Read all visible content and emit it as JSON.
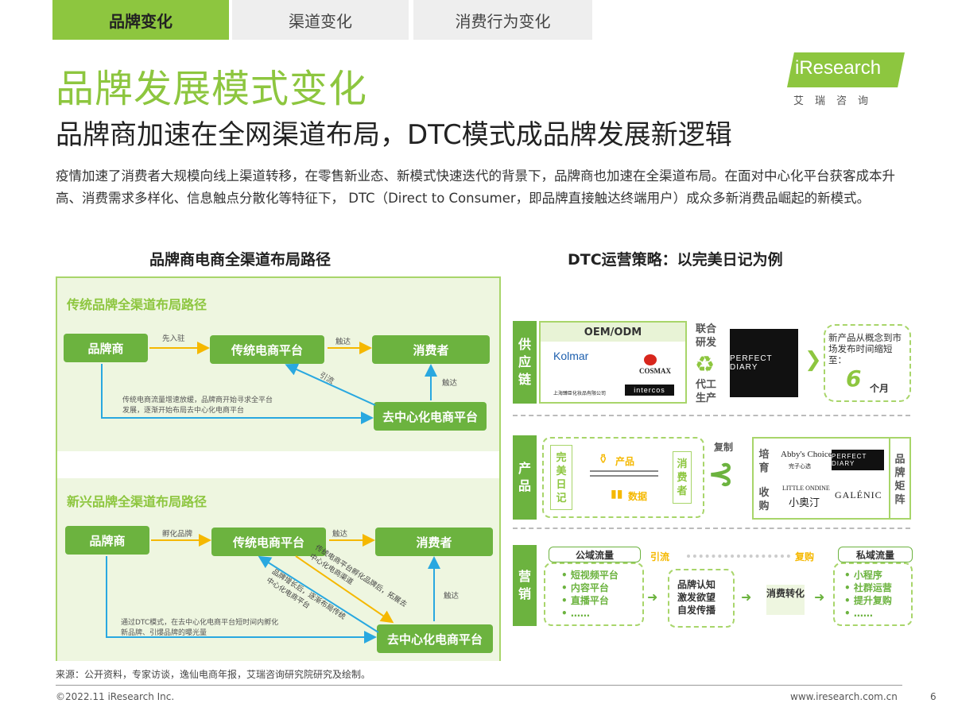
{
  "tabs": [
    {
      "label": "品牌变化",
      "active": true
    },
    {
      "label": "渠道变化",
      "active": false
    },
    {
      "label": "消费行为变化",
      "active": false
    }
  ],
  "title": "品牌发展模式变化",
  "subtitle": "品牌商加速在全网渠道布局，DTC模式成品牌发展新逻辑",
  "logo": {
    "text": "iResearch",
    "sub": "艾瑞咨询"
  },
  "intro": "疫情加速了消费者大规模向线上渠道转移，在零售新业态、新模式快速迭代的背景下，品牌商也加速在全渠道布局。在面对中心化平台获客成本升高、消费需求多样化、信息触点分散化等特征下， DTC（Direct to Consumer，即品牌直接触达终端用户）成众多新消费品崛起的新模式。",
  "left": {
    "title": "品牌商电商全渠道布局路径",
    "traditional": {
      "head": "传统品牌全渠道布局路径",
      "brand": "品牌商",
      "platform": "传统电商平台",
      "consumer": "消费者",
      "decentral": "去中心化电商平台",
      "enter": "先入驻",
      "reach1": "触达",
      "reach2": "触达",
      "guide": "引流",
      "note": "传统电商流量增速放缓，品牌商开始寻求全平台发展，逐渐开始布局去中心化电商平台"
    },
    "emerging": {
      "head": "新兴品牌全渠道布局路径",
      "brand": "品牌商",
      "platform": "传统电商平台",
      "consumer": "消费者",
      "decentral": "去中心化电商平台",
      "incubate": "孵化品牌",
      "reach1": "触达",
      "reach2": "触达",
      "diag1": "传统电商平台孵化品牌后，拓展去中心化电商渠道",
      "diag2": "品牌增长后，逐渐布局传统中心化电商平台",
      "note": "通过DTC模式，在去中心化电商平台短时间内孵化新品牌、引爆品牌的曝光量"
    }
  },
  "right": {
    "title": "DTC运营策略：以完美日记为例",
    "supply": {
      "label": "供应链",
      "oem": "OEM/ODM",
      "kolmar": "Kolmar",
      "cosmax": "COSMAX",
      "intercos": "intercos",
      "small": "上海臻臣化妆品有限公司",
      "rnd": "联合研发",
      "oem2": "代工生产",
      "pd": "PERFECT DIARY",
      "bubble1": "新产品从概念到市场发布时间缩短至：",
      "bubble_num": "6",
      "bubble_unit": "个月"
    },
    "product": {
      "label": "产品",
      "pd_v": "完美日记",
      "prod": "产品",
      "data": "数据",
      "cons": "消费者",
      "copy": "复制",
      "cultivate": "培育",
      "acquire": "收购",
      "abby": "Abby's Choice",
      "abby_sub": "完子心选",
      "pd": "PERFECT DIARY",
      "ondine": "LITTLE ONDINE",
      "ondine_cn": "小奥汀",
      "galenic": "GALÉNIC",
      "matrix": "品牌矩阵"
    },
    "marketing": {
      "label": "营销",
      "public": "公域流量",
      "guide": "引流",
      "repurchase": "复购",
      "private": "私域流量",
      "public_items": [
        "短视频平台",
        "内容平台",
        "直播平台",
        "……"
      ],
      "mid": [
        "品牌认知",
        "激发欲望",
        "自发传播"
      ],
      "convert": "消费转化",
      "private_items": [
        "小程序",
        "社群运营",
        "提升复购",
        "……"
      ]
    }
  },
  "source": "来源：公开资料，专家访谈，逸仙电商年报，艾瑞咨询研究院研究及绘制。",
  "footer": {
    "copyright": "©2022.11 iResearch Inc.",
    "url": "www.iresearch.com.cn",
    "page": "6"
  }
}
